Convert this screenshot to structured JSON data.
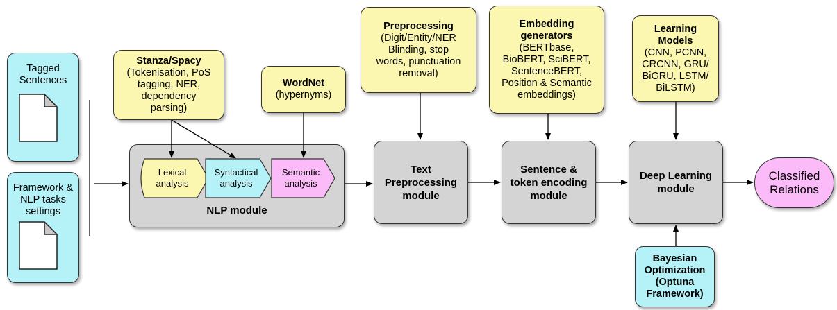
{
  "inputs": {
    "tagged_sentences": {
      "line1": "Tagged",
      "line2": "Sentences"
    },
    "framework": {
      "line1": "Framework &",
      "line2": "NLP tasks",
      "line3": "settings"
    }
  },
  "tools": {
    "stanza": {
      "title": "Stanza/Spacy",
      "line1": "(Tokenisation, PoS",
      "line2": "tagging, NER,",
      "line3": "dependency",
      "line4": "parsing)"
    },
    "wordnet": {
      "title": "WordNet",
      "line1": "(hypernyms)"
    },
    "preprocessing": {
      "title": "Preprocessing",
      "line1": "(Digit/Entity/NER",
      "line2": "Blinding, stop",
      "line3": "words, punctuation",
      "line4": "removal)"
    },
    "embedding": {
      "title1": "Embedding",
      "title2": "generators",
      "line1": "(BERTbase,",
      "line2": "BioBERT, SciBERT,",
      "line3": "SentenceBERT,",
      "line4": "Position & Semantic",
      "line5": "embeddings)"
    },
    "learning": {
      "title1": "Learning",
      "title2": "Models",
      "line1": "(CNN, PCNN,",
      "line2": "CRCNN, GRU/",
      "line3": "BiGRU, LSTM/",
      "line4": "BiLSTM)"
    },
    "bayesian": {
      "line1": "Bayesian",
      "line2": "Optimization",
      "line3": "(Optuna",
      "line4": "Framework)"
    }
  },
  "nlp_module": {
    "title": "NLP module",
    "lexical": {
      "line1": "Lexical",
      "line2": "analysis"
    },
    "syntactical": {
      "line1": "Syntactical",
      "line2": "analysis"
    },
    "semantic": {
      "line1": "Semantic",
      "line2": "analysis"
    }
  },
  "modules": {
    "text_preprocessing": {
      "line1": "Text",
      "line2": "Preprocessing",
      "line3": "module"
    },
    "sentence_encoding": {
      "line1": "Sentence &",
      "line2": "token encoding",
      "line3": "module"
    },
    "deep_learning": {
      "line1": "Deep Learning",
      "line2": "module"
    }
  },
  "output": {
    "line1": "Classified",
    "line2": "Relations"
  },
  "colors": {
    "yellow": "#fbf6b0",
    "cyan": "#b4f2f8",
    "gray": "#d4d4d4",
    "pink": "#fbbbf8"
  }
}
